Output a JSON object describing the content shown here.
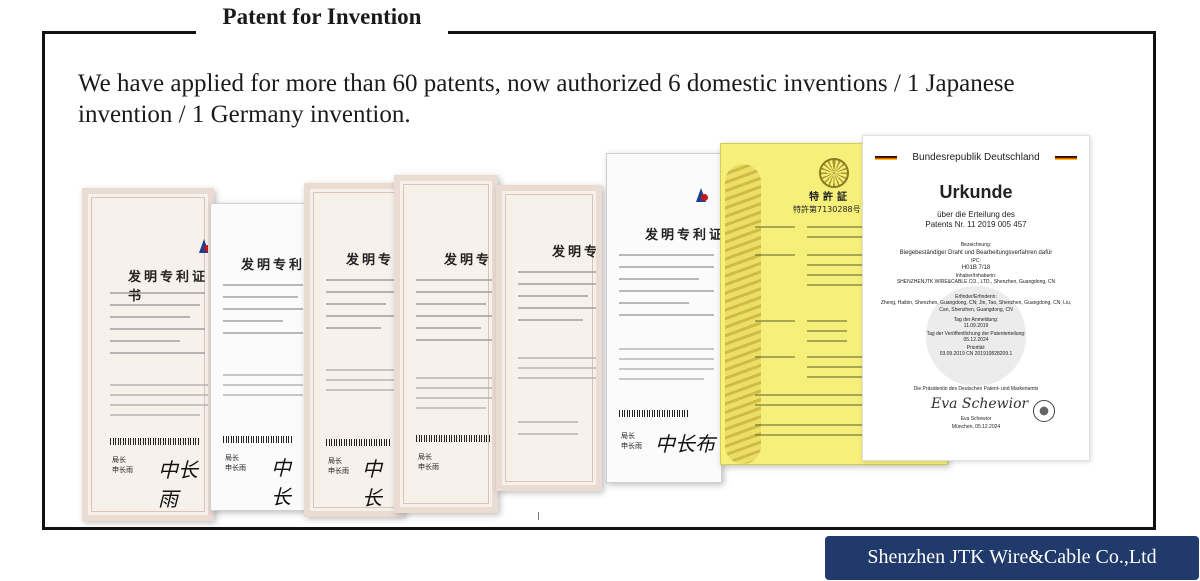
{
  "heading": "Patent for Invention",
  "intro_text": "We have applied for more than 60 patents, now authorized 6 domestic inventions / 1 Japanese invention /  1 Germany invention.",
  "certificates": {
    "cn_title": "发明专利证书",
    "cn_sign_label": "局长",
    "cn_sign_name": "申长雨",
    "jp_title": "特許証",
    "jp_number": "特許第7130288号",
    "de_header": "Bundesrepublik Deutschland",
    "de_title": "Urkunde",
    "de_subtitle": "über die Erteilung des",
    "de_patent_no": "Patents Nr. 11 2019 005 457",
    "de_title_label": "Bezeichnung:",
    "de_title_text": "Biegebeständiger Draht und Bearbeitungsverfahren dafür",
    "de_ipc_label": "IPC:",
    "de_ipc": "H01B 7/18",
    "de_owner_label": "Inhaber/Inhaberin:",
    "de_owner": "SHENZHENJTK WIRE&CABLE CO., LTD., Shenzhen, Guangdong, CN",
    "de_inventor_label": "Erfinder/Erfinderin:",
    "de_inventor": "Zheng, Haibin, Shenzhen, Guangdong, CN; Jin, Tao, Shenzhen, Guangdong, CN; Liu, Can, Shenzhen, Guangdong, CN",
    "de_filed_label": "Tag der Anmeldung:",
    "de_filed": "11.09.2019",
    "de_pub_label": "Tag der Veröffentlichung der Patenterteilung:",
    "de_pub": "05.12.2024",
    "de_priority_label": "Priorität:",
    "de_priority": "03.09.2019 CN 201910828209.1",
    "de_president": "Die Präsidentin des Deutschen Patent- und Markenamts",
    "de_signer": "Eva Schewior",
    "de_place_date": "München, 05.12.2024"
  },
  "footer": "Shenzhen JTK Wire&Cable Co.,Ltd"
}
